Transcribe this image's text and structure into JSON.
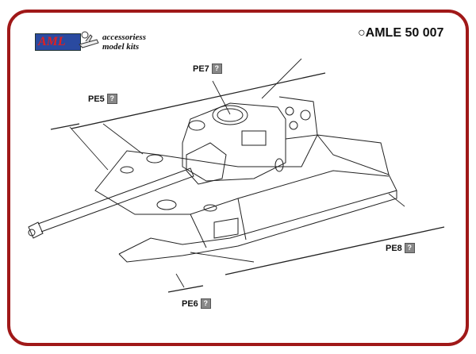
{
  "header": {
    "logo_text": "AML",
    "tagline_line1": "accessoriess",
    "tagline_line2": "model kits",
    "product_code": "AMLE 50 007"
  },
  "parts": [
    {
      "label": "PE7",
      "help": "?"
    },
    {
      "label": "PE5",
      "help": "?"
    },
    {
      "label": "PE8",
      "help": "?"
    },
    {
      "label": "PE6",
      "help": "?"
    }
  ],
  "colors": {
    "frame": "#a01818",
    "logo_bg": "#2a4aa0",
    "logo_text": "#e02020",
    "help_box": "#888888"
  }
}
